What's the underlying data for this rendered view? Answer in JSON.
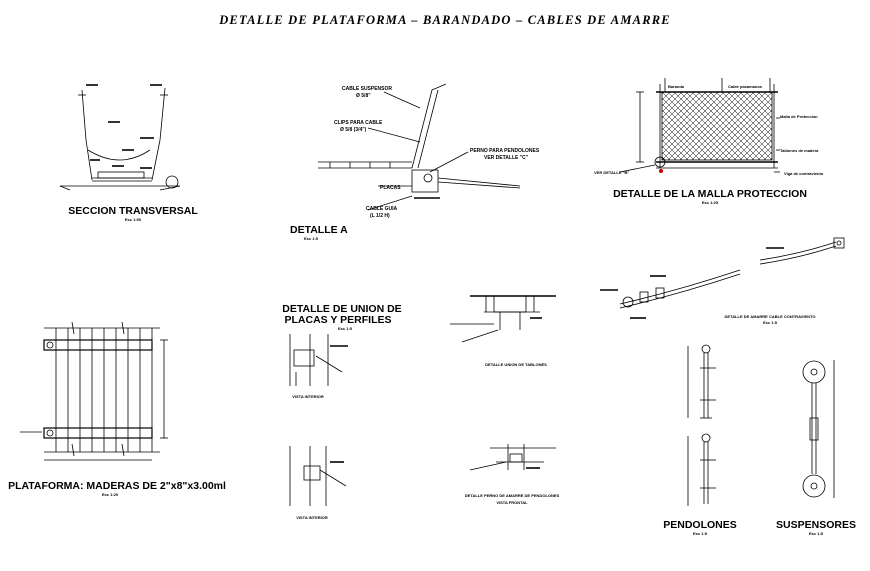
{
  "title": "DETALLE  DE  PLATAFORMA  –  BARANDADO  –  CABLES  DE  AMARRE",
  "details": {
    "seccion": {
      "title": "SECCION TRANSVERSAL",
      "scale": "Esc 1:50"
    },
    "detalle_a": {
      "title": "DETALLE A",
      "scale": "Esc 1:5",
      "notes": [
        "CABLE SUSPENSOR",
        "Ø 5/8\"",
        "CLIPS PARA CABLE",
        "Ø 5/8 (3/4\")",
        "PERNO PARA PENDOLONES",
        "VER DETALLE \"C\"",
        "PLACAS",
        "CABLE GUIA",
        "(L 1/2 H)"
      ]
    },
    "malla": {
      "title": "DETALLE DE LA MALLA PROTECCION",
      "scale": "Esc 1:25",
      "notes": [
        "Baranda",
        "Cable pasamanos",
        "Malla de Proteccion",
        "Tablones de madera",
        "Viga de contraviento",
        "VER DETALLE \"B\""
      ]
    },
    "union": {
      "title_line1": "DETALLE DE UNION DE",
      "title_line2": "PLACAS Y PERFILES",
      "scale": "Esc 1:5",
      "view1": "VISTA INTERIOR",
      "view2": "VISTA INTERIOR"
    },
    "tablones": {
      "title": "DETALLE UNION DE TABLONES"
    },
    "perno": {
      "title": "DETALLE PERNO DE AMARRE DE PENDOLONES",
      "subtitle": "VISTA FRONTAL"
    },
    "amarre": {
      "title": "DETALLE DE AMARRE CABLE CONTRAVIENTO",
      "scale": "Esc 1:5"
    },
    "plataforma": {
      "title": "PLATAFORMA: MADERAS DE 2\"x8\"x3.00ml",
      "scale": "Esc 1:20"
    },
    "pendolones": {
      "title": "PENDOLONES",
      "scale": "Esc 1:5"
    },
    "suspensores": {
      "title": "SUSPENSORES",
      "scale": "Esc 1:5"
    }
  },
  "colors": {
    "ink": "#000000",
    "accent": "#cc0000",
    "paper": "#ffffff"
  }
}
